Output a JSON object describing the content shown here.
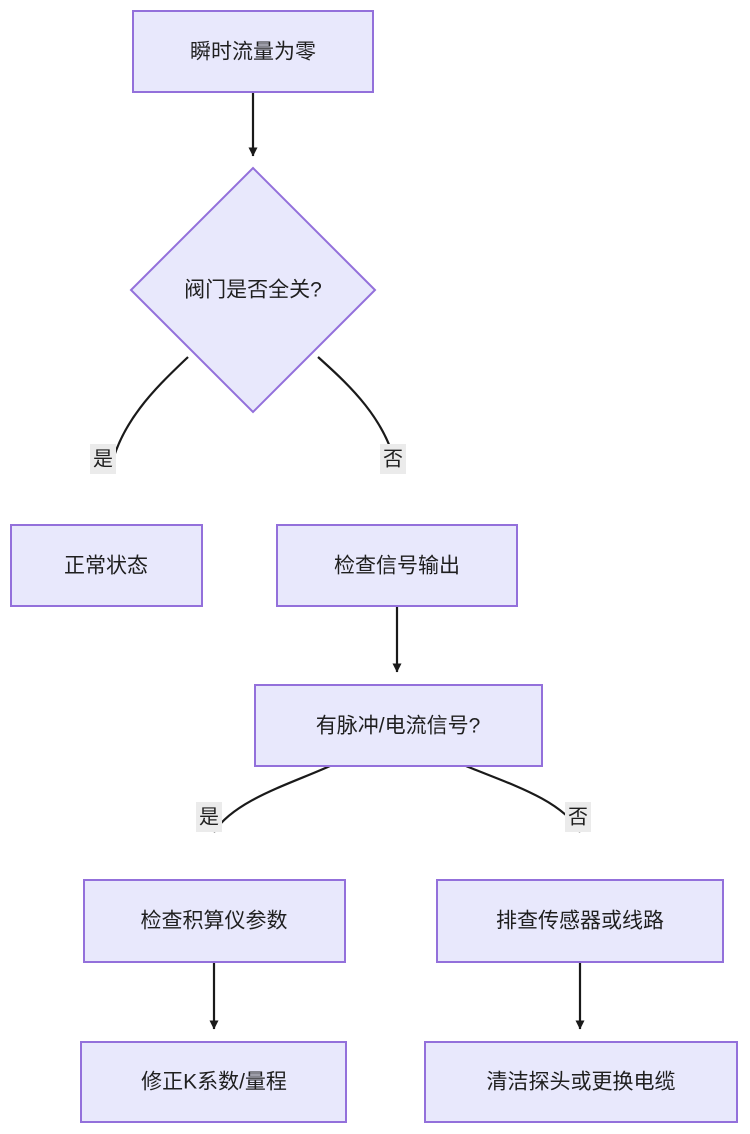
{
  "diagram": {
    "type": "flowchart",
    "direction": "top-down",
    "theme": {
      "node_fill": "#e8e8fc",
      "node_border": "#9370db",
      "edge_color": "#1a1a1a",
      "edge_label_bg": "#ebebeb",
      "text_color": "#1f1f1f",
      "background": "#ffffff"
    },
    "nodes": [
      {
        "id": "n1",
        "label": "瞬时流量为零",
        "shape": "rect"
      },
      {
        "id": "n2",
        "label": "阀门是否全关?",
        "shape": "diamond"
      },
      {
        "id": "n3",
        "label": "正常状态",
        "shape": "rect"
      },
      {
        "id": "n4",
        "label": "检查信号输出",
        "shape": "rect"
      },
      {
        "id": "n5",
        "label": "有脉冲/电流信号?",
        "shape": "rect"
      },
      {
        "id": "n6",
        "label": "检查积算仪参数",
        "shape": "rect"
      },
      {
        "id": "n7",
        "label": "排查传感器或线路",
        "shape": "rect"
      },
      {
        "id": "n8",
        "label": "修正K系数/量程",
        "shape": "rect"
      },
      {
        "id": "n9",
        "label": "清洁探头或更换电缆",
        "shape": "rect"
      }
    ],
    "edges": [
      {
        "from": "n1",
        "to": "n2",
        "label": ""
      },
      {
        "from": "n2",
        "to": "n3",
        "label": "是"
      },
      {
        "from": "n2",
        "to": "n4",
        "label": "否"
      },
      {
        "from": "n4",
        "to": "n5",
        "label": ""
      },
      {
        "from": "n5",
        "to": "n6",
        "label": "是"
      },
      {
        "from": "n5",
        "to": "n7",
        "label": "否"
      },
      {
        "from": "n6",
        "to": "n8",
        "label": ""
      },
      {
        "from": "n7",
        "to": "n9",
        "label": ""
      }
    ]
  }
}
